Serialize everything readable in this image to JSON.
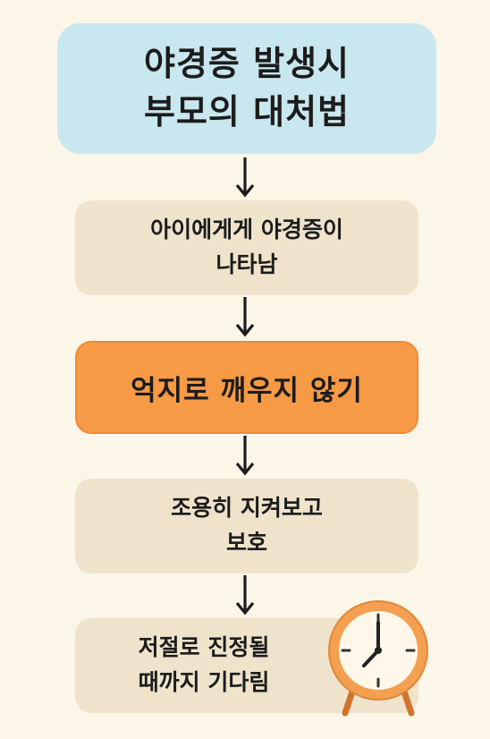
{
  "title": {
    "line1": "야경증 발생시",
    "line2": "부모의 대처법"
  },
  "steps": [
    {
      "line1": "아이에게게 야경증이",
      "line2": "나타남"
    },
    {
      "line1": "억지로 깨우지 않기"
    },
    {
      "line1": "조용히 지켜보고",
      "line2": "보호"
    },
    {
      "line1": "저절로 진정될",
      "line2": "때까지 기다림"
    }
  ],
  "colors": {
    "background": "#fcf6e9",
    "title_box": "#c9e7ef",
    "step_box": "#efe3cb",
    "highlight_box": "#f79a45",
    "clock_rim": "#f4a050",
    "arrow": "#1c1c1c"
  },
  "icons": {
    "flow_arrow": "arrow-down-icon",
    "clock": "alarm-clock-icon"
  }
}
